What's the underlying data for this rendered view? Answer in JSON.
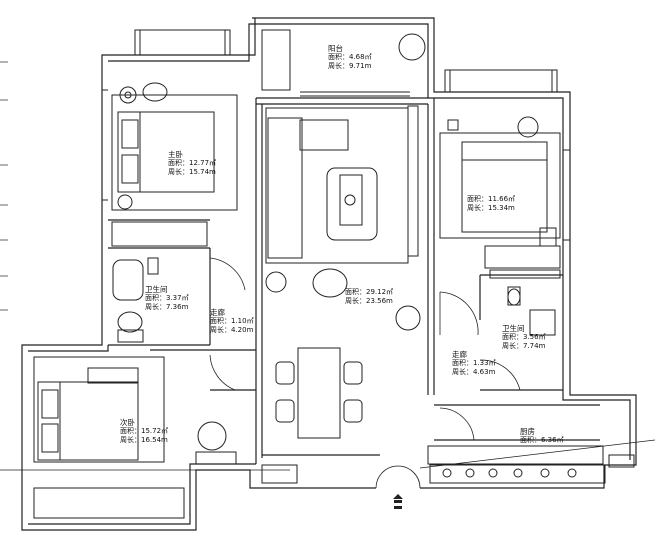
{
  "rooms": {
    "balcony": {
      "name": "阳台",
      "area": "面积：4.68㎡",
      "perimeter": "周长：9.71m"
    },
    "master_bedroom": {
      "name": "主卧",
      "area": "面积：12.77㎡",
      "perimeter": "周长：15.74m"
    },
    "bedroom_right": {
      "name": "",
      "area": "面积：11.66㎡",
      "perimeter": "周长：15.34m"
    },
    "bathroom_left": {
      "name": "卫生间",
      "area": "面积：3.37㎡",
      "perimeter": "周长：7.36m"
    },
    "corridor_left": {
      "name": "走廊",
      "area": "面积：1.10㎡",
      "perimeter": "周长：4.20m"
    },
    "living_room": {
      "name": "",
      "area": "面积：29.12㎡",
      "perimeter": "周长：23.56m"
    },
    "corridor_right": {
      "name": "走廊",
      "area": "面积：1.33㎡",
      "perimeter": "周长：4.63m"
    },
    "bathroom_right": {
      "name": "卫生间",
      "area": "面积：3.56㎡",
      "perimeter": "周长：7.74m"
    },
    "second_bedroom": {
      "name": "次卧",
      "area": "面积：15.72㎡",
      "perimeter": "周长：16.54m"
    },
    "kitchen": {
      "name": "厨房",
      "area": "面积：6.36㎡",
      "perimeter": ""
    }
  },
  "colors": {
    "wall": "#111111",
    "line": "#222222",
    "background": "#ffffff"
  },
  "icons": [
    "entrance-arrow-icon",
    "plant-icon",
    "sofa-icon",
    "bed-icon",
    "toilet-icon",
    "chair-icon"
  ]
}
